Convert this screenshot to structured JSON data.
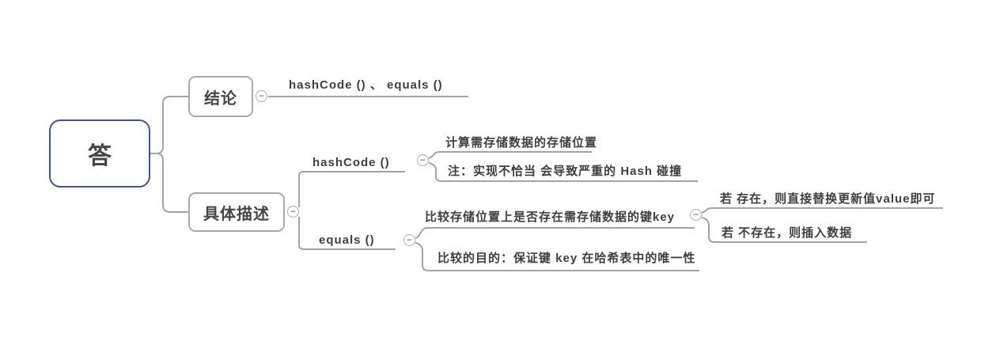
{
  "mindmap": {
    "root": {
      "label": "答"
    },
    "nodes": {
      "conclusion": {
        "label": "结论"
      },
      "conclusion_detail": {
        "label": "hashCode () 、 equals ()"
      },
      "description": {
        "label": "具体描述"
      },
      "hashcode": {
        "label": "hashCode ()"
      },
      "hashcode_purpose": {
        "label": "计算需存储数据的存储位置"
      },
      "hashcode_note": {
        "label": "注：实现不恰当 会导致严重的 Hash 碰撞"
      },
      "equals": {
        "label": "equals ()"
      },
      "equals_compare": {
        "label": "比较存储位置上是否存在需存储数据的键key"
      },
      "equals_exist": {
        "label": "若 存在，则直接替换更新值value即可"
      },
      "equals_not_exist": {
        "label": "若 不存在，则插入数据"
      },
      "equals_goal": {
        "label": "比较的目的：保证键 key 在哈希表中的唯一性"
      }
    },
    "collapse_icon_glyph": "−",
    "colors": {
      "root_border": "#44548c",
      "box_border": "#a9a9a9",
      "connector_line": "#a3a3a3",
      "text": "#3f3f3f",
      "icon_minus": "#7b8ec9",
      "icon_border": "#ababab"
    }
  }
}
